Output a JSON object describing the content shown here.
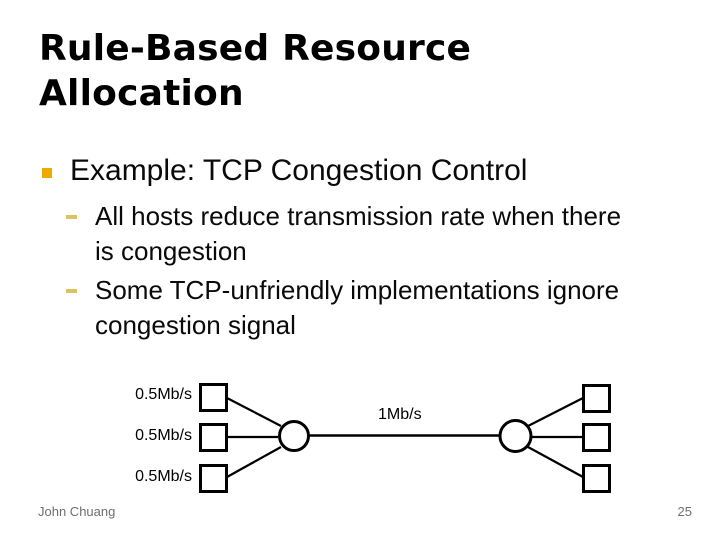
{
  "slide": {
    "title": "Rule-Based Resource\nAllocation",
    "bullets": {
      "level1": "Example: TCP Congestion Control",
      "sub1": "All hosts reduce transmission rate when there\nis congestion",
      "sub2": "Some TCP-unfriendly implementations ignore\ncongestion signal"
    },
    "footer": {
      "author": "John Chuang",
      "page_number": "25"
    }
  },
  "diagram": {
    "description": "Three sender hosts linked to a router, trunk link to second router, three receiver hosts",
    "left_host_labels": [
      "0.5Mb/s",
      "0.5Mb/s",
      "0.5Mb/s"
    ],
    "trunk_label": "1Mb/s"
  },
  "colors": {
    "bullet_square": "#edaa00",
    "bullet_dash": "#d9c45f",
    "footer_text": "#6e6e6e",
    "diagram_stroke": "#000000",
    "background": "#ffffff"
  }
}
